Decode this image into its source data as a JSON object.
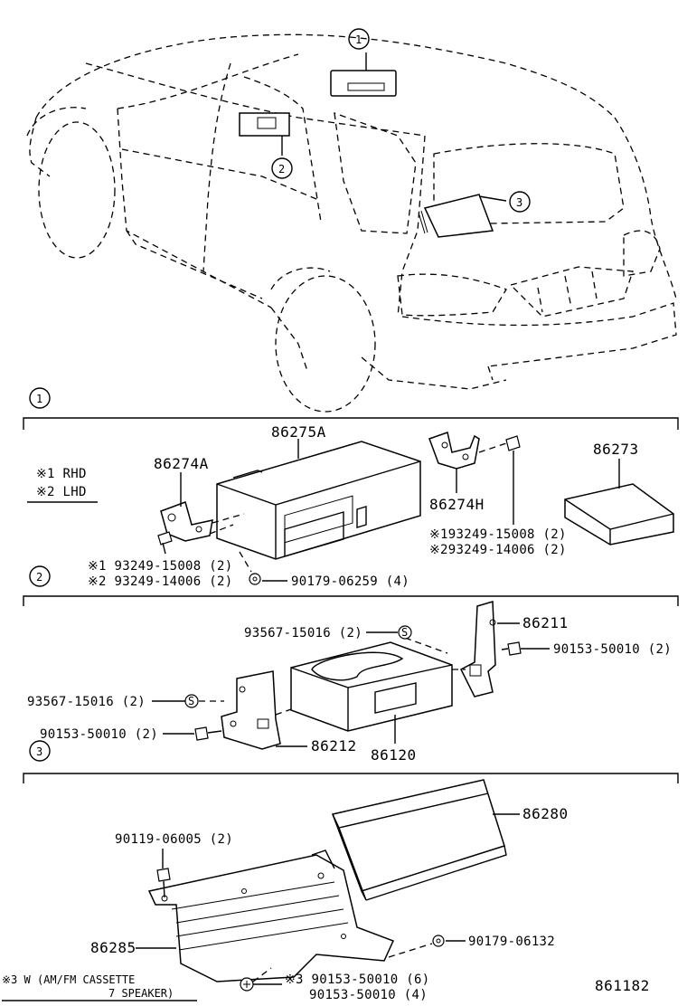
{
  "callouts": {
    "c1": "1",
    "c2": "2",
    "c3": "3"
  },
  "notes": {
    "rhd": "※1 RHD",
    "lhd": "※2 LHD",
    "w_line1": "※3 W (AM/FM  CASSETTE",
    "w_line2": "7  SPEAKER)"
  },
  "section1": {
    "p86275A": "86275A",
    "p86274A": "86274A",
    "p86274H": "86274H",
    "p86273": "86273",
    "bolt_left_rhd": "※1 93249-15008 (2)",
    "bolt_left_lhd": "※2 93249-14006 (2)",
    "bolt_right_rhd": "※193249-15008 (2)",
    "bolt_right_lhd": "※293249-14006 (2)",
    "nut": "90179-06259 (4)"
  },
  "section2": {
    "p86211": "86211",
    "p86212": "86212",
    "p86120": "86120",
    "screw_top": "93567-15016 (2)",
    "screw_left": "93567-15016 (2)",
    "bolt_right": "90153-50010 (2)",
    "bolt_left": "90153-50010 (2)"
  },
  "section3": {
    "p86280": "86280",
    "p86285": "86285",
    "bolt": "90119-06005 (2)",
    "nut": "90179-06132",
    "screw_w": "※3 90153-50010 (6)",
    "screw_std": "90153-50010 (4)"
  },
  "catalog_number": "861182"
}
